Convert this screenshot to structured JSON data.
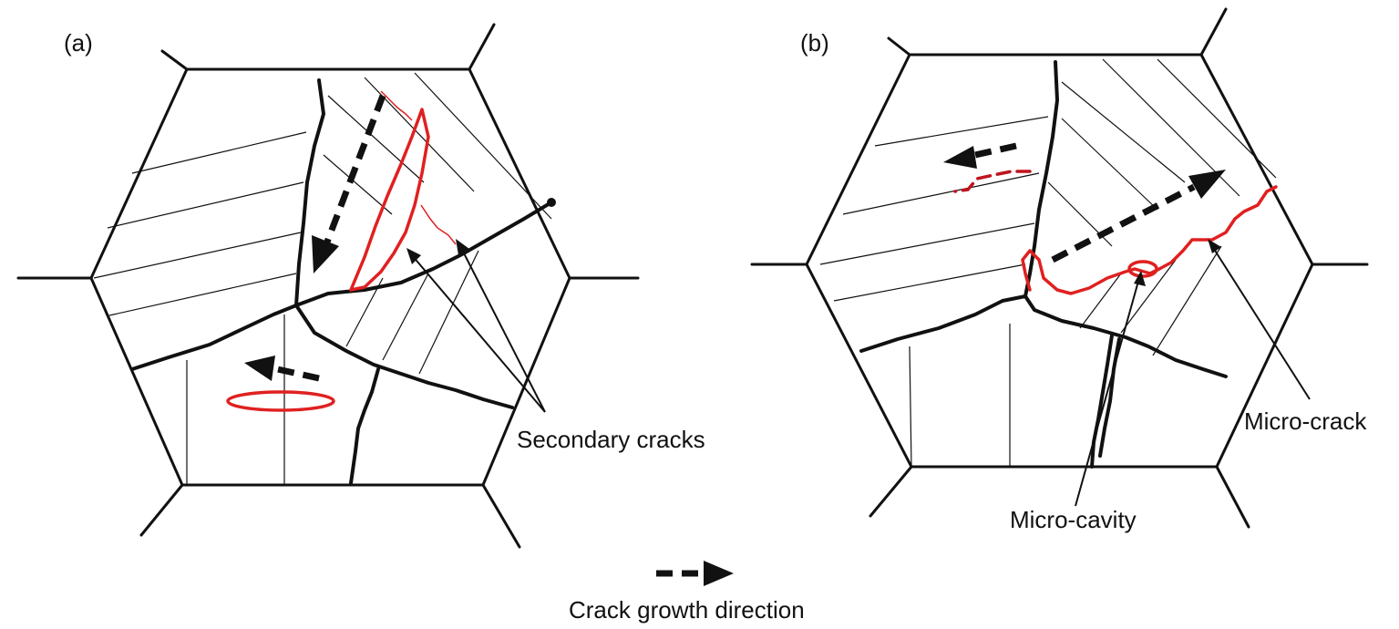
{
  "panels": {
    "a": {
      "label": "(a)"
    },
    "b": {
      "label": "(b)"
    }
  },
  "annotations": {
    "secondary_cracks": "Secondary cracks",
    "micro_crack": "Micro-crack",
    "micro_cavity": "Micro-cavity"
  },
  "legend": {
    "crack_growth_direction": "Crack growth direction"
  },
  "colors": {
    "crack_red": "#e02020",
    "line_black": "#111111"
  }
}
